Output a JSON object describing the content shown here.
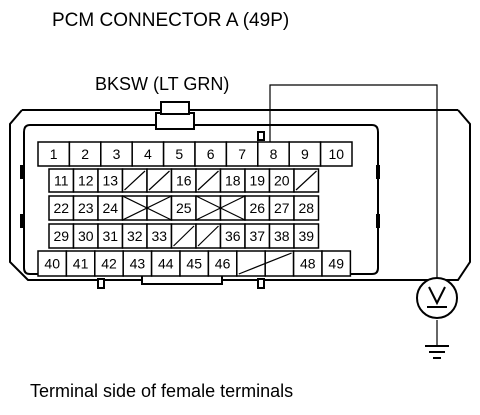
{
  "title": "PCM CONNECTOR A (49P)",
  "wire_label": "BKSW (LT GRN)",
  "caption": "Terminal side of female terminals",
  "meter_symbol": "V",
  "connector": {
    "rows": [
      [
        "1",
        "2",
        "3",
        "4",
        "5",
        "6",
        "7",
        "8",
        "9",
        "10"
      ],
      [
        "11",
        "12",
        "13",
        "",
        "",
        "16",
        "",
        "18",
        "19",
        "20",
        ""
      ],
      [
        "22",
        "23",
        "24",
        "",
        "",
        "25",
        "",
        "",
        "26",
        "27",
        "28"
      ],
      [
        "29",
        "30",
        "31",
        "32",
        "33",
        "",
        "",
        "36",
        "37",
        "38",
        "39"
      ],
      [
        "40",
        "41",
        "42",
        "43",
        "44",
        "45",
        "46",
        "",
        "",
        "48",
        "49"
      ]
    ],
    "probed_terminal": "8"
  },
  "icons": {
    "voltmeter": "voltmeter-icon",
    "ground": "ground-icon"
  }
}
